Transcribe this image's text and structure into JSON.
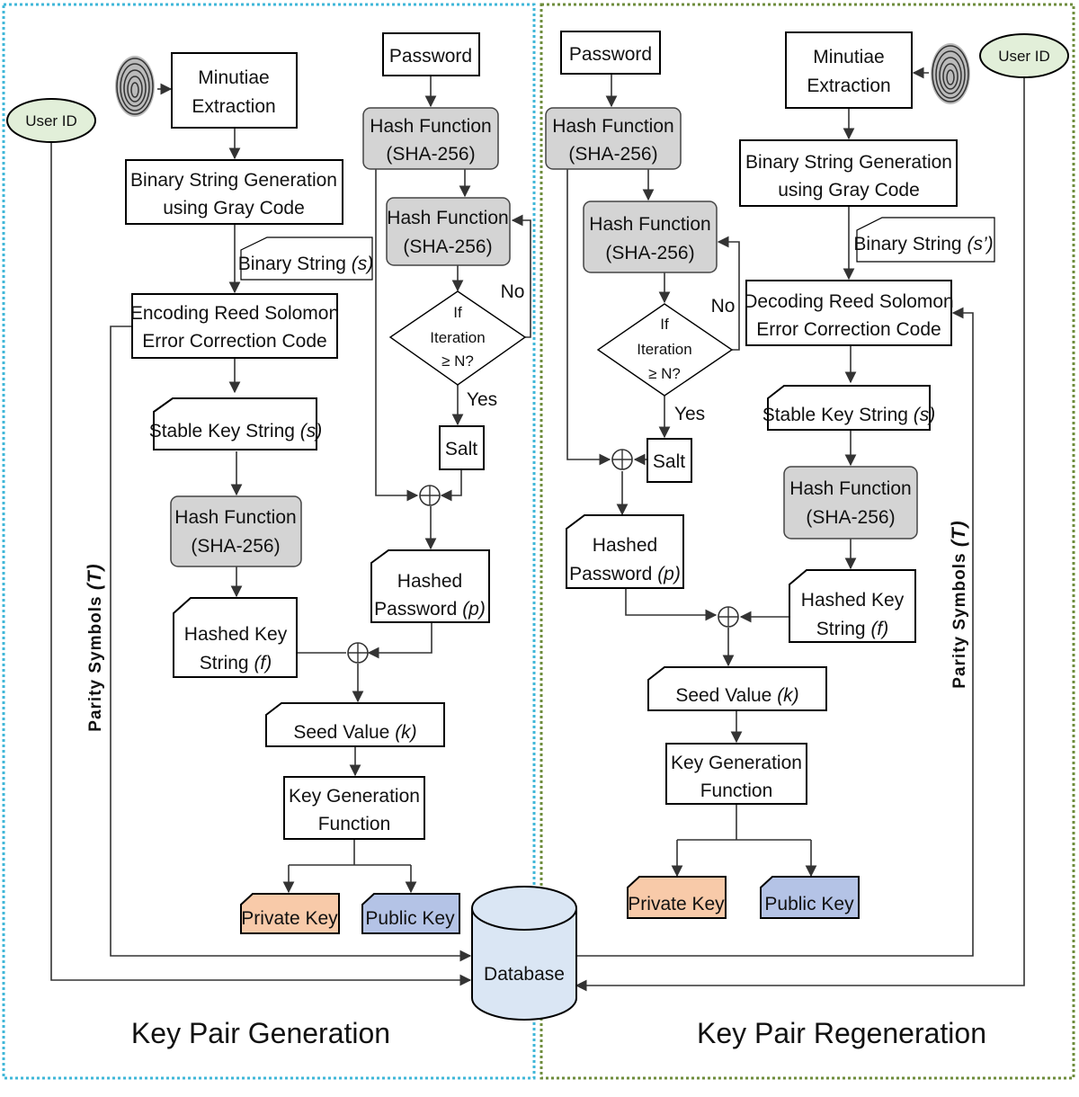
{
  "left": {
    "title": "Key Pair Generation",
    "user_id": "User ID",
    "minutiae": [
      "Minutiae",
      "Extraction"
    ],
    "binary_gen": [
      "Binary String Generation",
      "using Gray Code"
    ],
    "binary_string": "Binary String",
    "binary_string_var": "(s)",
    "encoding": [
      "Encoding Reed Solomon",
      "Error Correction Code"
    ],
    "stable_key": "Stable Key String",
    "stable_key_var": "(s)",
    "hash_key": [
      "Hash Function",
      "(SHA-256)"
    ],
    "hashed_key": [
      "Hashed Key",
      "String"
    ],
    "hashed_key_var": "(f)",
    "seed": "Seed Value",
    "seed_var": "(k)",
    "keygen": [
      "Key Generation",
      "Function"
    ],
    "private_key": "Private Key",
    "public_key": "Public Key",
    "password": "Password",
    "hash1": [
      "Hash Function",
      "(SHA-256)"
    ],
    "hash2": [
      "Hash Function",
      "(SHA-256)"
    ],
    "decision": [
      "If",
      "Iteration",
      "≥ N?"
    ],
    "no": "No",
    "yes": "Yes",
    "salt": "Salt",
    "hashed_password": [
      "Hashed",
      "Password"
    ],
    "hashed_password_var": "(p)",
    "parity": "Parity Symbols",
    "parity_var": "(T)"
  },
  "database": "Database",
  "right": {
    "title": "Key Pair Regeneration",
    "user_id": "User ID",
    "minutiae": [
      "Minutiae",
      "Extraction"
    ],
    "binary_gen": [
      "Binary String Generation",
      "using Gray Code"
    ],
    "binary_string": "Binary String",
    "binary_string_var": "(s’)",
    "decoding": [
      "Decoding Reed Solomon",
      "Error Correction Code"
    ],
    "stable_key": "Stable Key String",
    "stable_key_var": "(s)",
    "hash_key": [
      "Hash Function",
      "(SHA-256)"
    ],
    "hashed_key": [
      "Hashed Key",
      "String"
    ],
    "hashed_key_var": "(f)",
    "seed": "Seed Value",
    "seed_var": "(k)",
    "keygen": [
      "Key Generation",
      "Function"
    ],
    "private_key": "Private Key",
    "public_key": "Public Key",
    "password": "Password",
    "hash1": [
      "Hash Function",
      "(SHA-256)"
    ],
    "hash2": [
      "Hash Function",
      "(SHA-256)"
    ],
    "decision": [
      "If",
      "Iteration",
      "≥ N?"
    ],
    "no": "No",
    "yes": "Yes",
    "salt": "Salt",
    "hashed_password": [
      "Hashed",
      "Password"
    ],
    "hashed_password_var": "(p)",
    "parity": "Parity Symbols",
    "parity_var": "(T)"
  },
  "colors": {
    "left_border": "#3fb7d8",
    "right_border": "#6e8c3c",
    "hash_fill": "#d4d4d4",
    "user_id_fill": "#e2efd9",
    "private_key_fill": "#f8caa9",
    "public_key_fill": "#b4c3e6",
    "database_fill": "#dae6f4"
  },
  "icons": {
    "fingerprint": "fingerprint-icon",
    "xor": "xor-circle-icon"
  }
}
